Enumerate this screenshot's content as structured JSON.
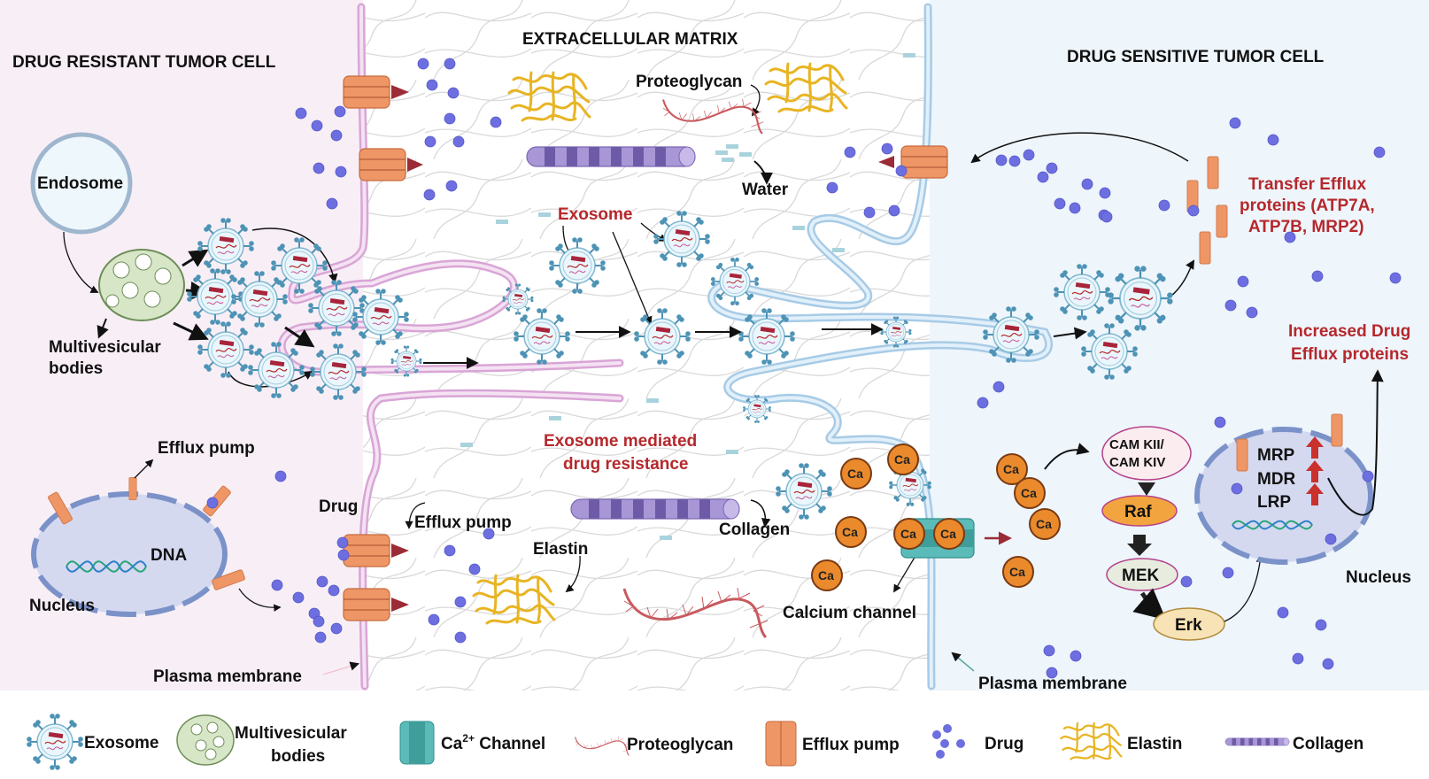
{
  "regions": {
    "left_title": "DRUG RESISTANT TUMOR CELL",
    "center_title": "EXTRACELLULAR MATRIX",
    "right_title": "DRUG SENSITIVE TUMOR CELL"
  },
  "left_cell": {
    "endosome": "Endosome",
    "mvb_line1": "Multivesicular",
    "mvb_line2": "bodies",
    "efflux_pump_nucleus": "Efflux pump",
    "dna": "DNA",
    "nucleus": "Nucleus",
    "drug": "Drug",
    "efflux_pump_membrane": "Efflux pump",
    "plasma_membrane": "Plasma membrane"
  },
  "ecm": {
    "proteoglycan": "Proteoglycan",
    "water": "Water",
    "exosome": "Exosome",
    "mechanism_line1": "Exosome mediated",
    "mechanism_line2": "drug resistance",
    "collagen": "Collagen",
    "elastin": "Elastin",
    "calcium_channel": "Calcium channel"
  },
  "right_cell": {
    "transfer_line1": "Transfer Efflux",
    "transfer_line2": "proteins (ATP7A,",
    "transfer_line3": "ATP7B, MRP2)",
    "increased_line1": "Increased Drug",
    "increased_line2": "Efflux proteins",
    "camk_line1": "CAM KII/",
    "camk_line2": "CAM KIV",
    "raf": "Raf",
    "mek": "MEK",
    "erk": "Erk",
    "mrp": "MRP",
    "mdr": "MDR",
    "lrp": "LRP",
    "nucleus": "Nucleus",
    "plasma_membrane": "Plasma membrane",
    "ca_label": "Ca"
  },
  "legend": {
    "exosome": "Exosome",
    "mvb_line1": "Multivesicular",
    "mvb_line2": "bodies",
    "ca_channel_prefix": "Ca",
    "ca_channel_sup": "2+",
    "ca_channel_suffix": " Channel",
    "proteoglycan": "Proteoglycan",
    "efflux_pump": "Efflux pump",
    "drug": "Drug",
    "elastin": "Elastin",
    "collagen": "Collagen"
  },
  "colors": {
    "resistant_bg": "#f8eff6",
    "sensitive_bg": "#eef5fb",
    "pink_membrane": "#d9a5d6",
    "blue_membrane": "#a7cbe6",
    "drug": "#6d6ee0",
    "efflux_pump": "#ef9666",
    "calcium": "#ea8a2c",
    "accent_red": "#b5282c",
    "collagen": "#8e7bc4",
    "elastin": "#e8b423",
    "ca_channel": "#5bbbb8"
  }
}
